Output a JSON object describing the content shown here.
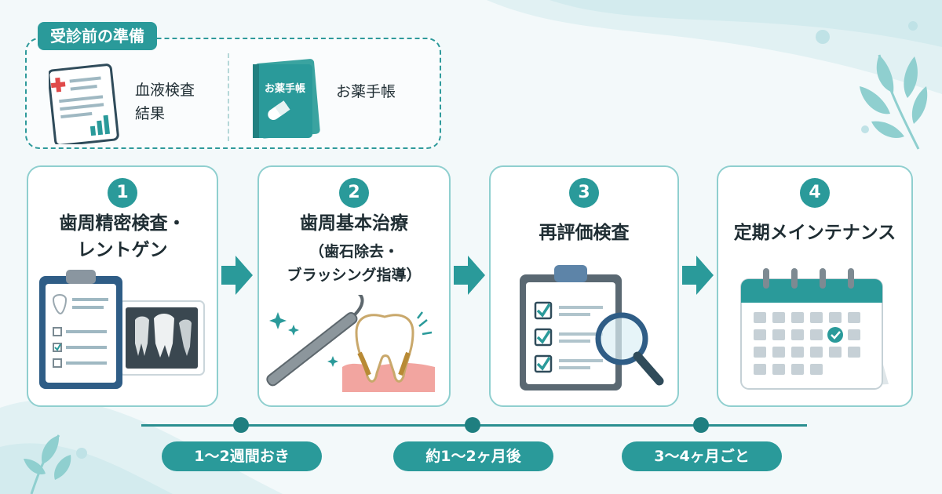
{
  "preparation": {
    "title": "受診前の準備",
    "items": [
      {
        "label": "血液検査\n結果",
        "icon": "blood-test-report-icon"
      },
      {
        "label": "お薬手帳",
        "icon": "medicine-notebook-icon",
        "cover_text": "お薬手帳"
      }
    ]
  },
  "steps": [
    {
      "number": "1",
      "title": "歯周精密検査・\nレントゲン",
      "subtitle": "",
      "art": "clipboard-xray-icon"
    },
    {
      "number": "2",
      "title": "歯周基本治療",
      "subtitle": "（歯石除去・\nブラッシング指導）",
      "art": "scaler-tooth-icon"
    },
    {
      "number": "3",
      "title": "再評価検査",
      "subtitle": "",
      "art": "checklist-magnifier-icon"
    },
    {
      "number": "4",
      "title": "定期メインテナンス",
      "subtitle": "",
      "art": "calendar-icon"
    }
  ],
  "intervals": [
    {
      "label": "1〜2週間おき"
    },
    {
      "label": "約1〜2ヶ月後"
    },
    {
      "label": "3〜4ヶ月ごと"
    }
  ],
  "colors": {
    "accent": "#2a9a9a",
    "card_border": "#8fcfcf",
    "background": "#f3f9fa",
    "gum": "#f2a5a0"
  }
}
